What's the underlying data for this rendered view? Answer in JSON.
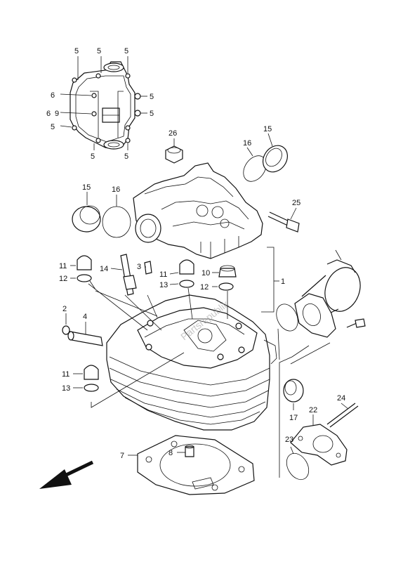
{
  "watermark": "Partsrepublik",
  "callouts": {
    "c1": "1",
    "c2": "2",
    "c3": "3",
    "c4": "4",
    "c5": "5",
    "c6": "6",
    "c7": "7",
    "c8": "8",
    "c9": "9",
    "c10": "10",
    "c11": "11",
    "c12": "12",
    "c13": "13",
    "c14": "14",
    "c15": "15",
    "c16": "16",
    "c17": "17",
    "c22": "22",
    "c23": "23",
    "c24": "24",
    "c25": "25",
    "c26": "26"
  },
  "colors": {
    "line": "#111111",
    "background": "#ffffff"
  },
  "icons": {
    "direction": "front-arrow-icon"
  }
}
